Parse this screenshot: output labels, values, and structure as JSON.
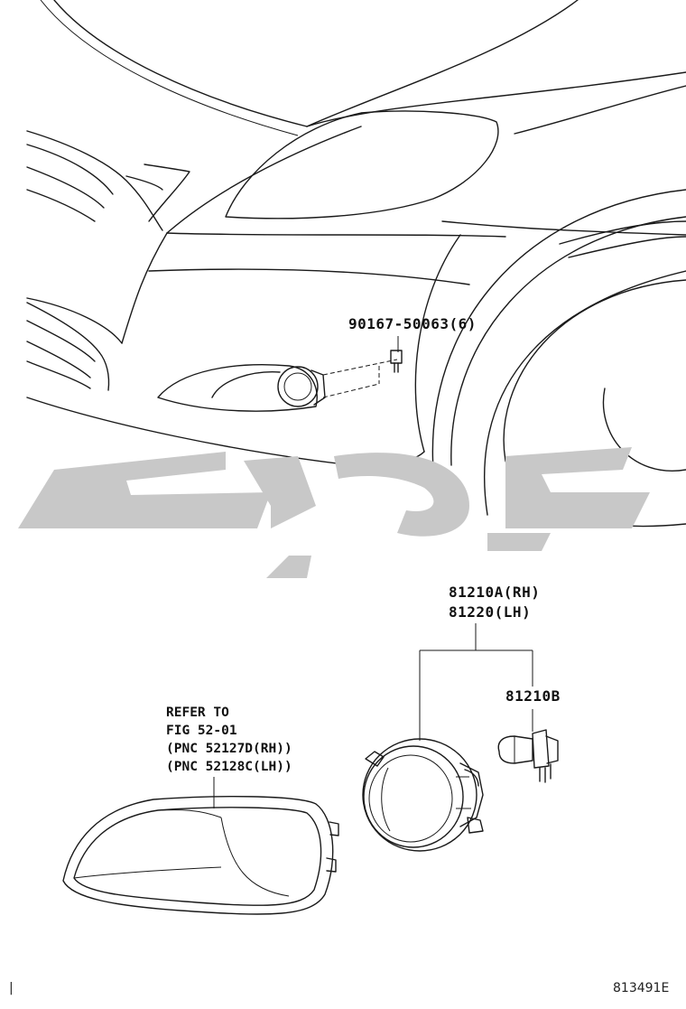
{
  "parts": {
    "bolt": "90167-50063(6)",
    "lamp_rh": "81210A(RH)",
    "lamp_lh": "81220(LH)",
    "bulb": "81210B"
  },
  "refer": {
    "line1": "REFER TO",
    "line2": "FIG 52-01",
    "line3": "(PNC 52127D(RH))",
    "line4": "(PNC 52128C(LH))"
  },
  "figure_code": "813491E",
  "page_mark": "|",
  "colors": {
    "line": "#1a1a1a",
    "watermark": "#c8c8c8"
  }
}
